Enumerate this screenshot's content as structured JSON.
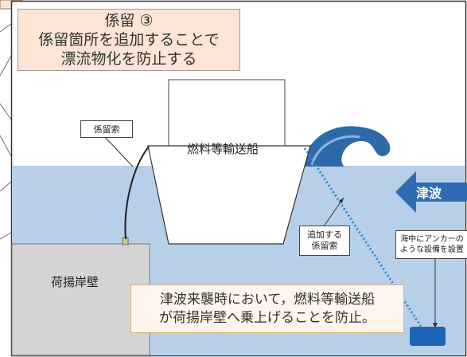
{
  "title": "係留 ③\n係留箇所を追加することで\n漂流物化を防止する",
  "labels": {
    "mooring_rope": "係留索",
    "ship": "燃料等輸送船",
    "added_mooring": "追加する\n係留索",
    "anchor_note": "海中にアンカーの\nような設備を設置",
    "quay": "荷揚岸壁",
    "tsunami": "津波"
  },
  "notice": "津波来襲時において，燃料等輸送船\nが荷揚岸壁へ乗上げることを防止。",
  "colors": {
    "sea": "#b8cfe8",
    "quay": "#d4d4d4",
    "wave": "#2f6aa8",
    "arrow": "#2f6cb3",
    "added_line": "#1f8fd4",
    "anchor_block": "#1f63b6",
    "title_bg": "#fce4d6"
  }
}
